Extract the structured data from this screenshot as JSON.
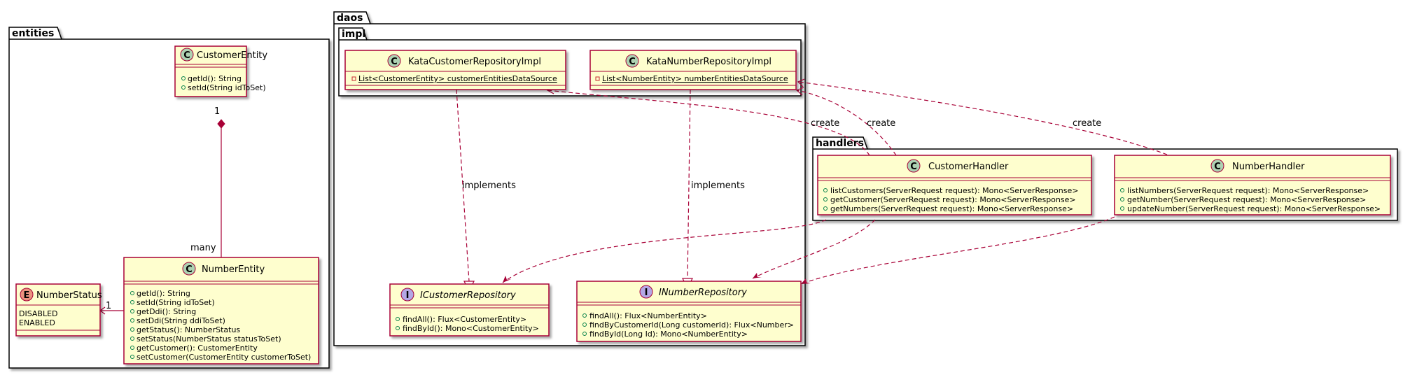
{
  "packages": {
    "entities": "entities",
    "daos": "daos",
    "impl": "impl",
    "handlers": "handlers"
  },
  "classes": {
    "customer_entity": {
      "kind": "C",
      "name": "CustomerEntity",
      "methods": [
        "getId(): String",
        "setId(String idToSet)"
      ]
    },
    "number_entity": {
      "kind": "C",
      "name": "NumberEntity",
      "methods": [
        "getId(): String",
        "setId(String idToSet)",
        "getDdi(): String",
        "setDdi(String ddiToSet)",
        "getStatus(): NumberStatus",
        "setStatus(NumberStatus statusToSet)",
        "getCustomer(): CustomerEntity",
        "setCustomer(CustomerEntity customerToSet)"
      ]
    },
    "number_status": {
      "kind": "E",
      "name": "NumberStatus",
      "values": [
        "DISABLED",
        "ENABLED"
      ]
    },
    "kata_customer_repo_impl": {
      "kind": "C",
      "name": "KataCustomerRepositoryImpl",
      "fields": [
        "List<CustomerEntity> customerEntitiesDataSource"
      ]
    },
    "kata_number_repo_impl": {
      "kind": "C",
      "name": "KataNumberRepositoryImpl",
      "fields": [
        "List<NumberEntity> numberEntitiesDataSource"
      ]
    },
    "icustomer_repository": {
      "kind": "I",
      "name": "ICustomerRepository",
      "methods": [
        "findAll(): Flux<CustomerEntity>",
        "findById(): Mono<CustomerEntity>"
      ]
    },
    "inumber_repository": {
      "kind": "I",
      "name": "INumberRepository",
      "methods": [
        "findAll(): Flux<NumberEntity>",
        "findByCustomerId(Long customerId): Flux<Number>",
        "findById(Long Id): Mono<NumberEntity>"
      ]
    },
    "customer_handler": {
      "kind": "C",
      "name": "CustomerHandler",
      "methods": [
        "listCustomers(ServerRequest request): Mono<ServerResponse>",
        "getCustomer(ServerRequest request): Mono<ServerResponse>",
        "getNumbers(ServerRequest request): Mono<ServerResponse>"
      ]
    },
    "number_handler": {
      "kind": "C",
      "name": "NumberHandler",
      "methods": [
        "listNumbers(ServerRequest request): Mono<ServerResponse>",
        "getNumber(ServerRequest request): Mono<ServerResponse>",
        "updateNumber(ServerRequest request): Mono<ServerResponse>"
      ]
    }
  },
  "relations": {
    "implements_label": "implements",
    "create_label": "create",
    "mult_one": "1",
    "mult_many": "many"
  },
  "colors": {
    "class_fill": "#FEFECE",
    "class_border": "#A80036",
    "edge": "#A80036",
    "circle_class": "#ADD1B2",
    "circle_enum": "#EB937F",
    "circle_interface": "#B4A7E5",
    "private_field": "#C82930"
  }
}
